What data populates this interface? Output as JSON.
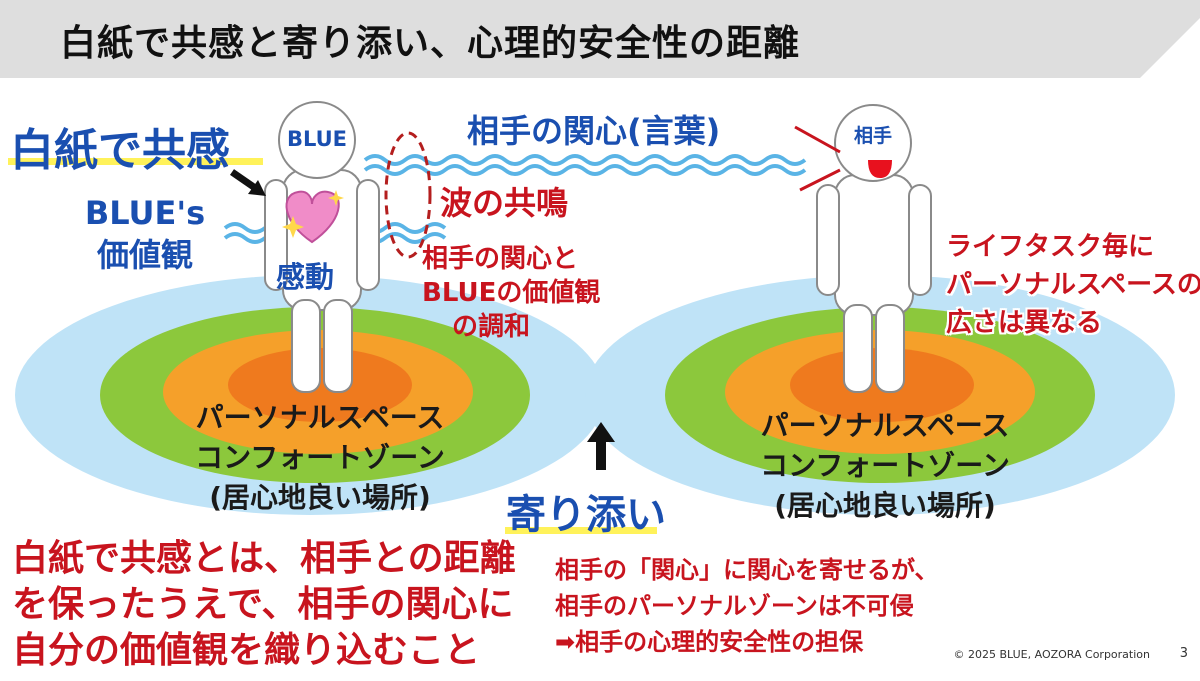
{
  "title": "白紙で共感と寄り添い、心理的安全性の距離",
  "labels": {
    "blank_empathy": "白紙で共感",
    "blue_values": [
      "BLUE's",
      "価値観"
    ],
    "blue_head": "BLUE",
    "partner_head": "相手",
    "partner_interest": "相手の関心(言葉)",
    "wave_resonance": "波の共鳴",
    "harmony": [
      "相手の関心と",
      "BLUEの価値観",
      "の調和"
    ],
    "kandou": "感動",
    "lifestage": [
      "ライフタスク毎に",
      "パーソナルスペースの",
      "広さは異なる"
    ],
    "zone_left": [
      "パーソナルスペース",
      "コンフォートゾーン",
      "(居心地良い場所)"
    ],
    "zone_right": [
      "パーソナルスペース",
      "コンフォートゾーン",
      "(居心地良い場所)"
    ],
    "yorisoi": "寄り添い",
    "definition": [
      "白紙で共感とは、相手との距離",
      "を保ったうえで、相手の関心に",
      "自分の価値観を織り込むこと"
    ],
    "note": [
      "相手の「関心」に関心を寄せるが、",
      "相手のパーソナルゾーンは不可侵",
      "➡相手の心理的安全性の担保"
    ]
  },
  "footer": {
    "copyright": "© 2025 BLUE, AOZORA Corporation",
    "page": "3"
  },
  "colors": {
    "title_bar": "#dedede",
    "outer_zone": "#bfe3f7",
    "green_zone": "#8cc83c",
    "orange_zone": "#f5a02a",
    "inner_zone": "#ef7a1e",
    "wave": "#5ab4e6",
    "red": "#c8141e",
    "blue": "#1a4fb0",
    "underline": "#fff25a",
    "heart": "#f08cc8"
  }
}
